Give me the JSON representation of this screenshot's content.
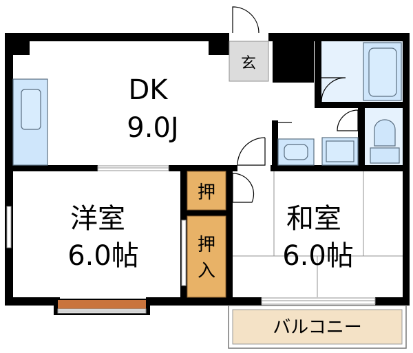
{
  "rooms": {
    "dk": {
      "name": "DK",
      "size": "9.0J"
    },
    "western": {
      "name": "洋室",
      "size": "6.0帖"
    },
    "japanese": {
      "name": "和室",
      "size": "6.0帖"
    }
  },
  "labels": {
    "entrance": "玄",
    "closet_small": "押",
    "closet_large_top": "押",
    "closet_large_bottom": "入",
    "balcony": "バルコニー"
  },
  "colors": {
    "wall": "#000000",
    "fixture": "#cfe6fb",
    "fixture_stroke": "#5a6e80",
    "closet": "#e8b267",
    "balcony": "#f4e2c6",
    "entrance": "#dcdcdc",
    "window_brown": "#c9743d",
    "floor_line": "#909090"
  }
}
